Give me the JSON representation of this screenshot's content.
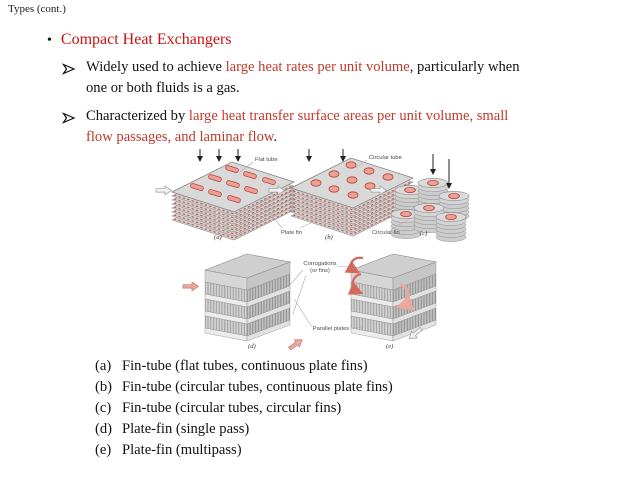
{
  "page": {
    "header": "Types (cont.)"
  },
  "content": {
    "bullet": {
      "marker": "•",
      "title": "Compact Heat Exchangers"
    },
    "sub_bullets": [
      {
        "marker": "➢",
        "segments": [
          {
            "t": "Widely used to achieve "
          },
          {
            "t": "large heat rates per unit volume",
            "red": true
          },
          {
            "t": ", particularly when"
          },
          {
            "br": true
          },
          {
            "t": "one or both fluids is a gas."
          }
        ]
      },
      {
        "marker": "➢",
        "segments": [
          {
            "t": "Characterized by "
          },
          {
            "t": "large heat transfer surface areas per unit volume, small",
            "red": true
          },
          {
            "br": true
          },
          {
            "t": "flow passages, and laminar flow",
            "red": true
          },
          {
            "t": "."
          }
        ]
      }
    ],
    "list": {
      "items": [
        {
          "label": "(a)",
          "text": "Fin-tube (flat tubes, continuous plate fins)"
        },
        {
          "label": "(b)",
          "text": "Fin-tube (circular tubes, continuous plate fins)"
        },
        {
          "label": "(c)",
          "text": "Fin-tube (circular tubes, circular fins)"
        },
        {
          "label": "(d)",
          "text": "Plate-fin (single pass)"
        },
        {
          "label": "(e)",
          "text": "Plate-fin (multipass)"
        }
      ]
    }
  },
  "figure": {
    "labels": {
      "flat_tube": "Flat tube",
      "circular_tube": "Circular tube",
      "plate_fin": "Plate fin",
      "circular_fin": "Circular fin",
      "corrugations_line1": "Corrugations",
      "corrugations_line2": "(or fins)",
      "parallel_plates": "Parallel plates"
    },
    "captions": {
      "a": "(a)",
      "b": "(b)",
      "c": "(c)",
      "d": "(d)",
      "e": "(e)"
    }
  },
  "colors": {
    "title_red": "#cc1111",
    "body_red": "#c03a2b",
    "tube_fill": "#eda094",
    "tube_stroke": "#b5443a",
    "plate_gray": "#d0d0d0"
  }
}
